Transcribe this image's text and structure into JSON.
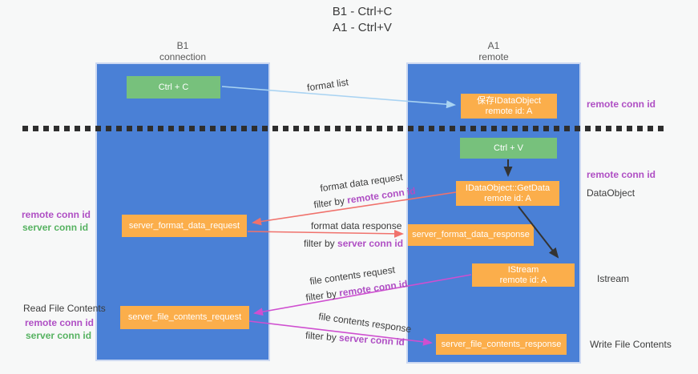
{
  "title": {
    "line1": "B1 - Ctrl+C",
    "line2": "A1 - Ctrl+V"
  },
  "lanes": {
    "left": {
      "name": "B1",
      "role": "connection"
    },
    "right": {
      "name": "A1",
      "role": "remote"
    }
  },
  "boxes": {
    "ctrl_c": "Ctrl + C",
    "ctrl_v": "Ctrl + V",
    "save_dataobject": {
      "line1": "保存IDataObject",
      "line2": "remote id: A"
    },
    "getdata": {
      "line1": "IDataObject::GetData",
      "line2": "remote id: A"
    },
    "istream": {
      "line1": "IStream",
      "line2": "remote id: A"
    },
    "format_request": "server_format_data_request",
    "format_response": "server_format_data_response",
    "file_request": "server_file_contents_request",
    "file_response": "server_file_contents_response"
  },
  "labels": {
    "format_list": "format list",
    "format_data_request": "format data request",
    "format_data_response": "format data response",
    "file_contents_request": "file contents request",
    "file_contents_response": "file contents response",
    "filter_by": "filter by ",
    "remote_conn_id": "remote conn id",
    "server_conn_id": "server conn id",
    "dataobject": "DataObject",
    "istream": "Istream",
    "read_file_contents": "Read File Contents",
    "write_file_contents": "Write File Contents"
  },
  "colors": {
    "lane_blue": "#4a80d6",
    "box_green": "#77c17c",
    "box_orange": "#fbae4b",
    "arrow_light_blue": "#a9d3f2",
    "arrow_red": "#f0726c",
    "arrow_magenta": "#cf4fd0",
    "arrow_black": "#333333",
    "text_purple": "#af4fc4",
    "text_green": "#56b261"
  }
}
